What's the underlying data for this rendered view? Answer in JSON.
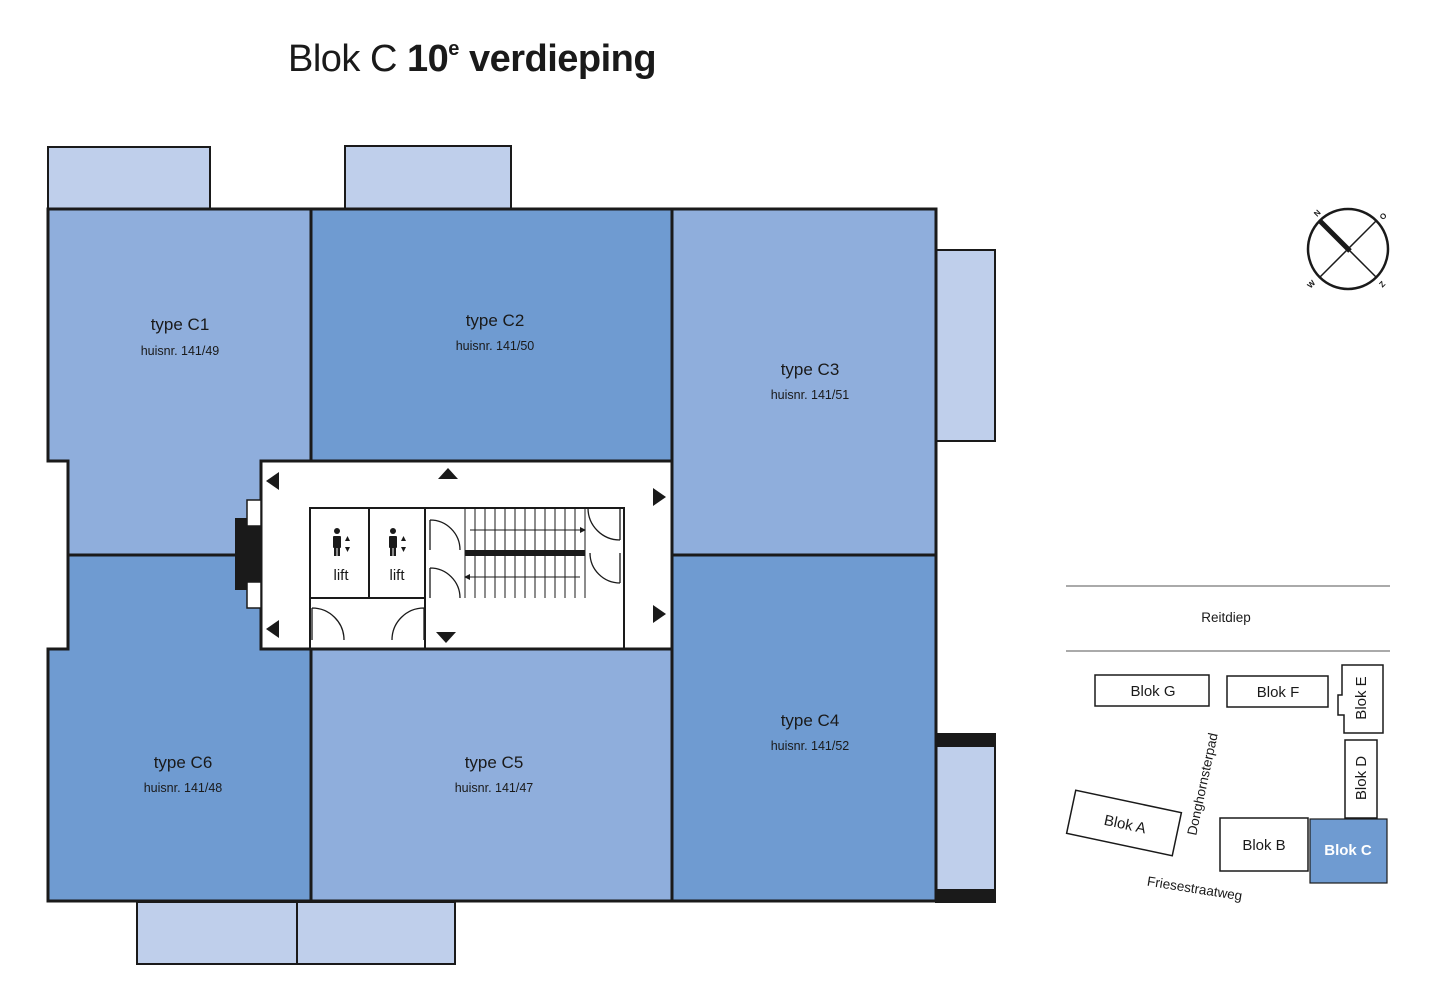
{
  "title": {
    "prefix": "Blok C",
    "number": "10",
    "superscript": "e",
    "suffix": "verdieping"
  },
  "colors": {
    "unit_light": "#8FAEDC",
    "unit_dark": "#6F9BD1",
    "balcony": "#BFCFEB",
    "outline": "#1a1a1a",
    "highlight_block": "#6F9BD1"
  },
  "units": [
    {
      "type": "type C1",
      "house_number": "huisnr. 141/49"
    },
    {
      "type": "type C2",
      "house_number": "huisnr. 141/50"
    },
    {
      "type": "type C3",
      "house_number": "huisnr. 141/51"
    },
    {
      "type": "type C4",
      "house_number": "huisnr. 141/52"
    },
    {
      "type": "type C5",
      "house_number": "huisnr. 141/47"
    },
    {
      "type": "type C6",
      "house_number": "huisnr. 141/48"
    }
  ],
  "core": {
    "lifts": [
      "lift",
      "lift"
    ],
    "lift_icon": "person-lift-icon",
    "stair_icon": "staircase-icon"
  },
  "compass": {
    "labels": [
      "N",
      "O",
      "Z",
      "W"
    ]
  },
  "site_map": {
    "water": "Reitdiep",
    "streets": [
      "Donghornsterpad",
      "Friesestraatweg"
    ],
    "blocks": [
      "Blok G",
      "Blok F",
      "Blok E",
      "Blok D",
      "Blok A",
      "Blok B",
      "Blok C"
    ],
    "current_block": "Blok C"
  }
}
